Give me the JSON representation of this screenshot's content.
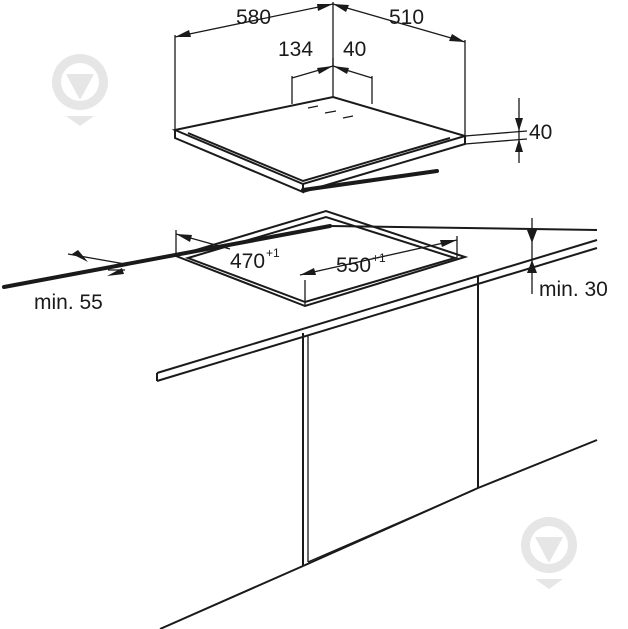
{
  "colors": {
    "line": "#1a1a1a",
    "watermark": "#e6e6e6",
    "background": "#ffffff"
  },
  "icons": [
    "watermark-pin-icon"
  ],
  "dimensions": {
    "width_overall": "580",
    "depth_overall": "510",
    "offset_left": "134",
    "offset_right": "40",
    "height": "40",
    "cutout_depth": "470",
    "cutout_depth_tolerance": "+1",
    "cutout_width": "550",
    "cutout_width_tolerance": "+1",
    "min_front": "min. 55",
    "min_top": "min. 30"
  }
}
